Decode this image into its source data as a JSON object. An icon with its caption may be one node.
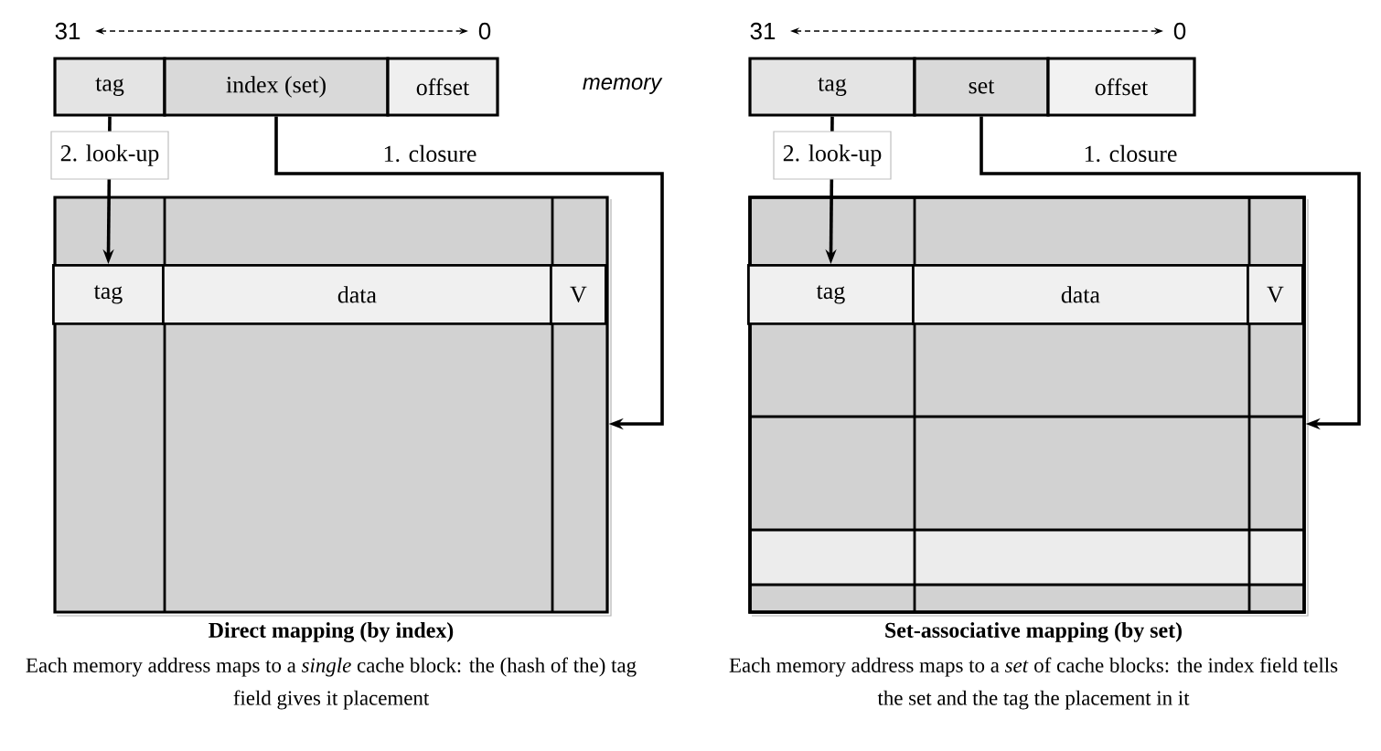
{
  "diagram": {
    "nodes": [
      {
        "text": [
          "tag"
        ]
      },
      {
        "text": [
          "index (set)"
        ]
      },
      {
        "text": [
          "offset"
        ]
      },
      {
        "text": [],
        "shape": "box"
      },
      {
        "text": [
          "tag"
        ],
        "in": 3
      },
      {
        "text": [
          "data"
        ],
        "in": 3
      },
      {
        "text": [
          "V"
        ],
        "in": 3
      },
      {
        "text": [
          "tag"
        ]
      },
      {
        "text": [
          "set"
        ]
      },
      {
        "text": [
          "offset"
        ]
      },
      {
        "text": [],
        "shape": "box"
      },
      {
        "text": [
          "tag"
        ],
        "in": 10
      },
      {
        "text": [
          "data"
        ],
        "in": 10
      },
      {
        "text": [
          "V"
        ],
        "in": 10
      }
    ],
    "edges": [
      {
        "from": 0,
        "to": 4,
        "arrow": "to",
        "label": "2. look-up"
      },
      {
        "from": 1,
        "to": 3,
        "arrow": "to",
        "label": "1. closure"
      },
      {
        "from": 7,
        "to": 11,
        "arrow": "to",
        "label": "2. look-up"
      },
      {
        "from": 8,
        "to": 10,
        "arrow": "to",
        "label": "1. closure"
      }
    ],
    "labels": [
      "31",
      "0",
      "memory",
      "31",
      "0",
      "Direct mapping (by index)",
      "Each memory address maps to a *single* cache block: the (hash of the) tag field gives it placement",
      "Set-associative mapping (by set)",
      "Each memory address maps to a *set* of cache blocks: the index field tells the set and the tag the placement in it"
    ]
  }
}
